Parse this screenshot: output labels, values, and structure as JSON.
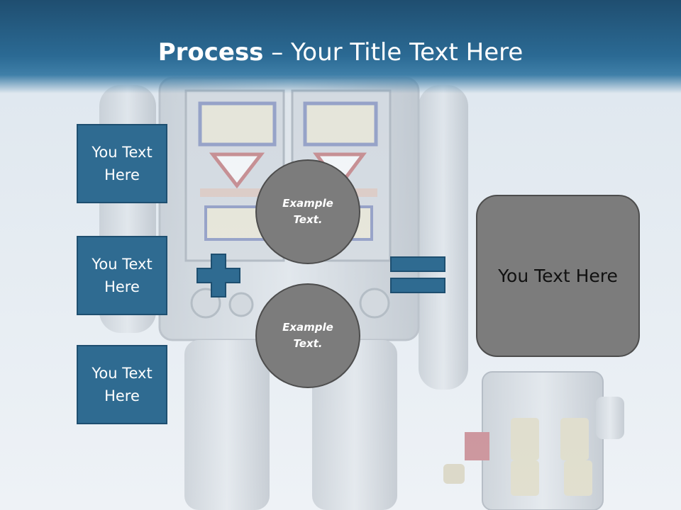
{
  "title": {
    "bold": "Process",
    "rest": " – Your Title Text Here"
  },
  "left_boxes": [
    {
      "label": "You Text\nHere"
    },
    {
      "label": "You Text\nHere"
    },
    {
      "label": "You Text\nHere"
    }
  ],
  "circles": [
    {
      "label": "Example\nText."
    },
    {
      "label": "Example\nText."
    }
  ],
  "result": {
    "label": "You Text Here"
  },
  "colors": {
    "header": "#2b6a94",
    "box": "#2f6b91",
    "circle": "#7c7c7c",
    "background": "#e9eef3"
  },
  "icons": {
    "plus": "plus-icon",
    "equals": "equals-icon"
  }
}
